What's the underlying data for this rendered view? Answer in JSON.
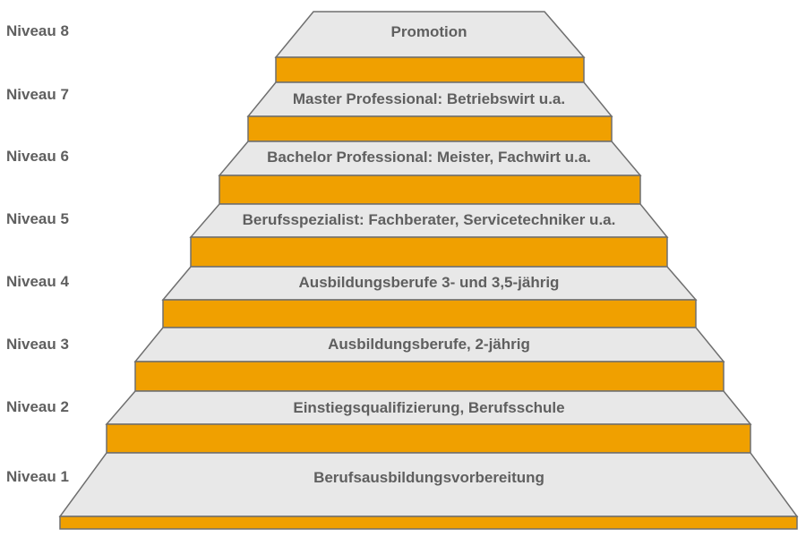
{
  "colors": {
    "step_face": "#e8e8e8",
    "step_riser": "#f0a000",
    "outline": "#6f6f6f",
    "text": "#5f5f5f"
  },
  "levels": [
    {
      "label": "Niveau 8",
      "title": "Promotion"
    },
    {
      "label": "Niveau 7",
      "title": "Master Professional: Betriebswirt u.a."
    },
    {
      "label": "Niveau 6",
      "title": "Bachelor Professional: Meister, Fachwirt u.a."
    },
    {
      "label": "Niveau 5",
      "title": "Berufsspezialist: Fachberater, Servicetechniker u.a."
    },
    {
      "label": "Niveau 4",
      "title": "Ausbildungsberufe 3- und 3,5-jährig"
    },
    {
      "label": "Niveau 3",
      "title": "Ausbildungsberufe, 2-jährig"
    },
    {
      "label": "Niveau 2",
      "title": "Einstiegsqualifizierung, Berufsschule"
    },
    {
      "label": "Niveau 1",
      "title": "Berufsausbildungsvorbereitung"
    }
  ]
}
